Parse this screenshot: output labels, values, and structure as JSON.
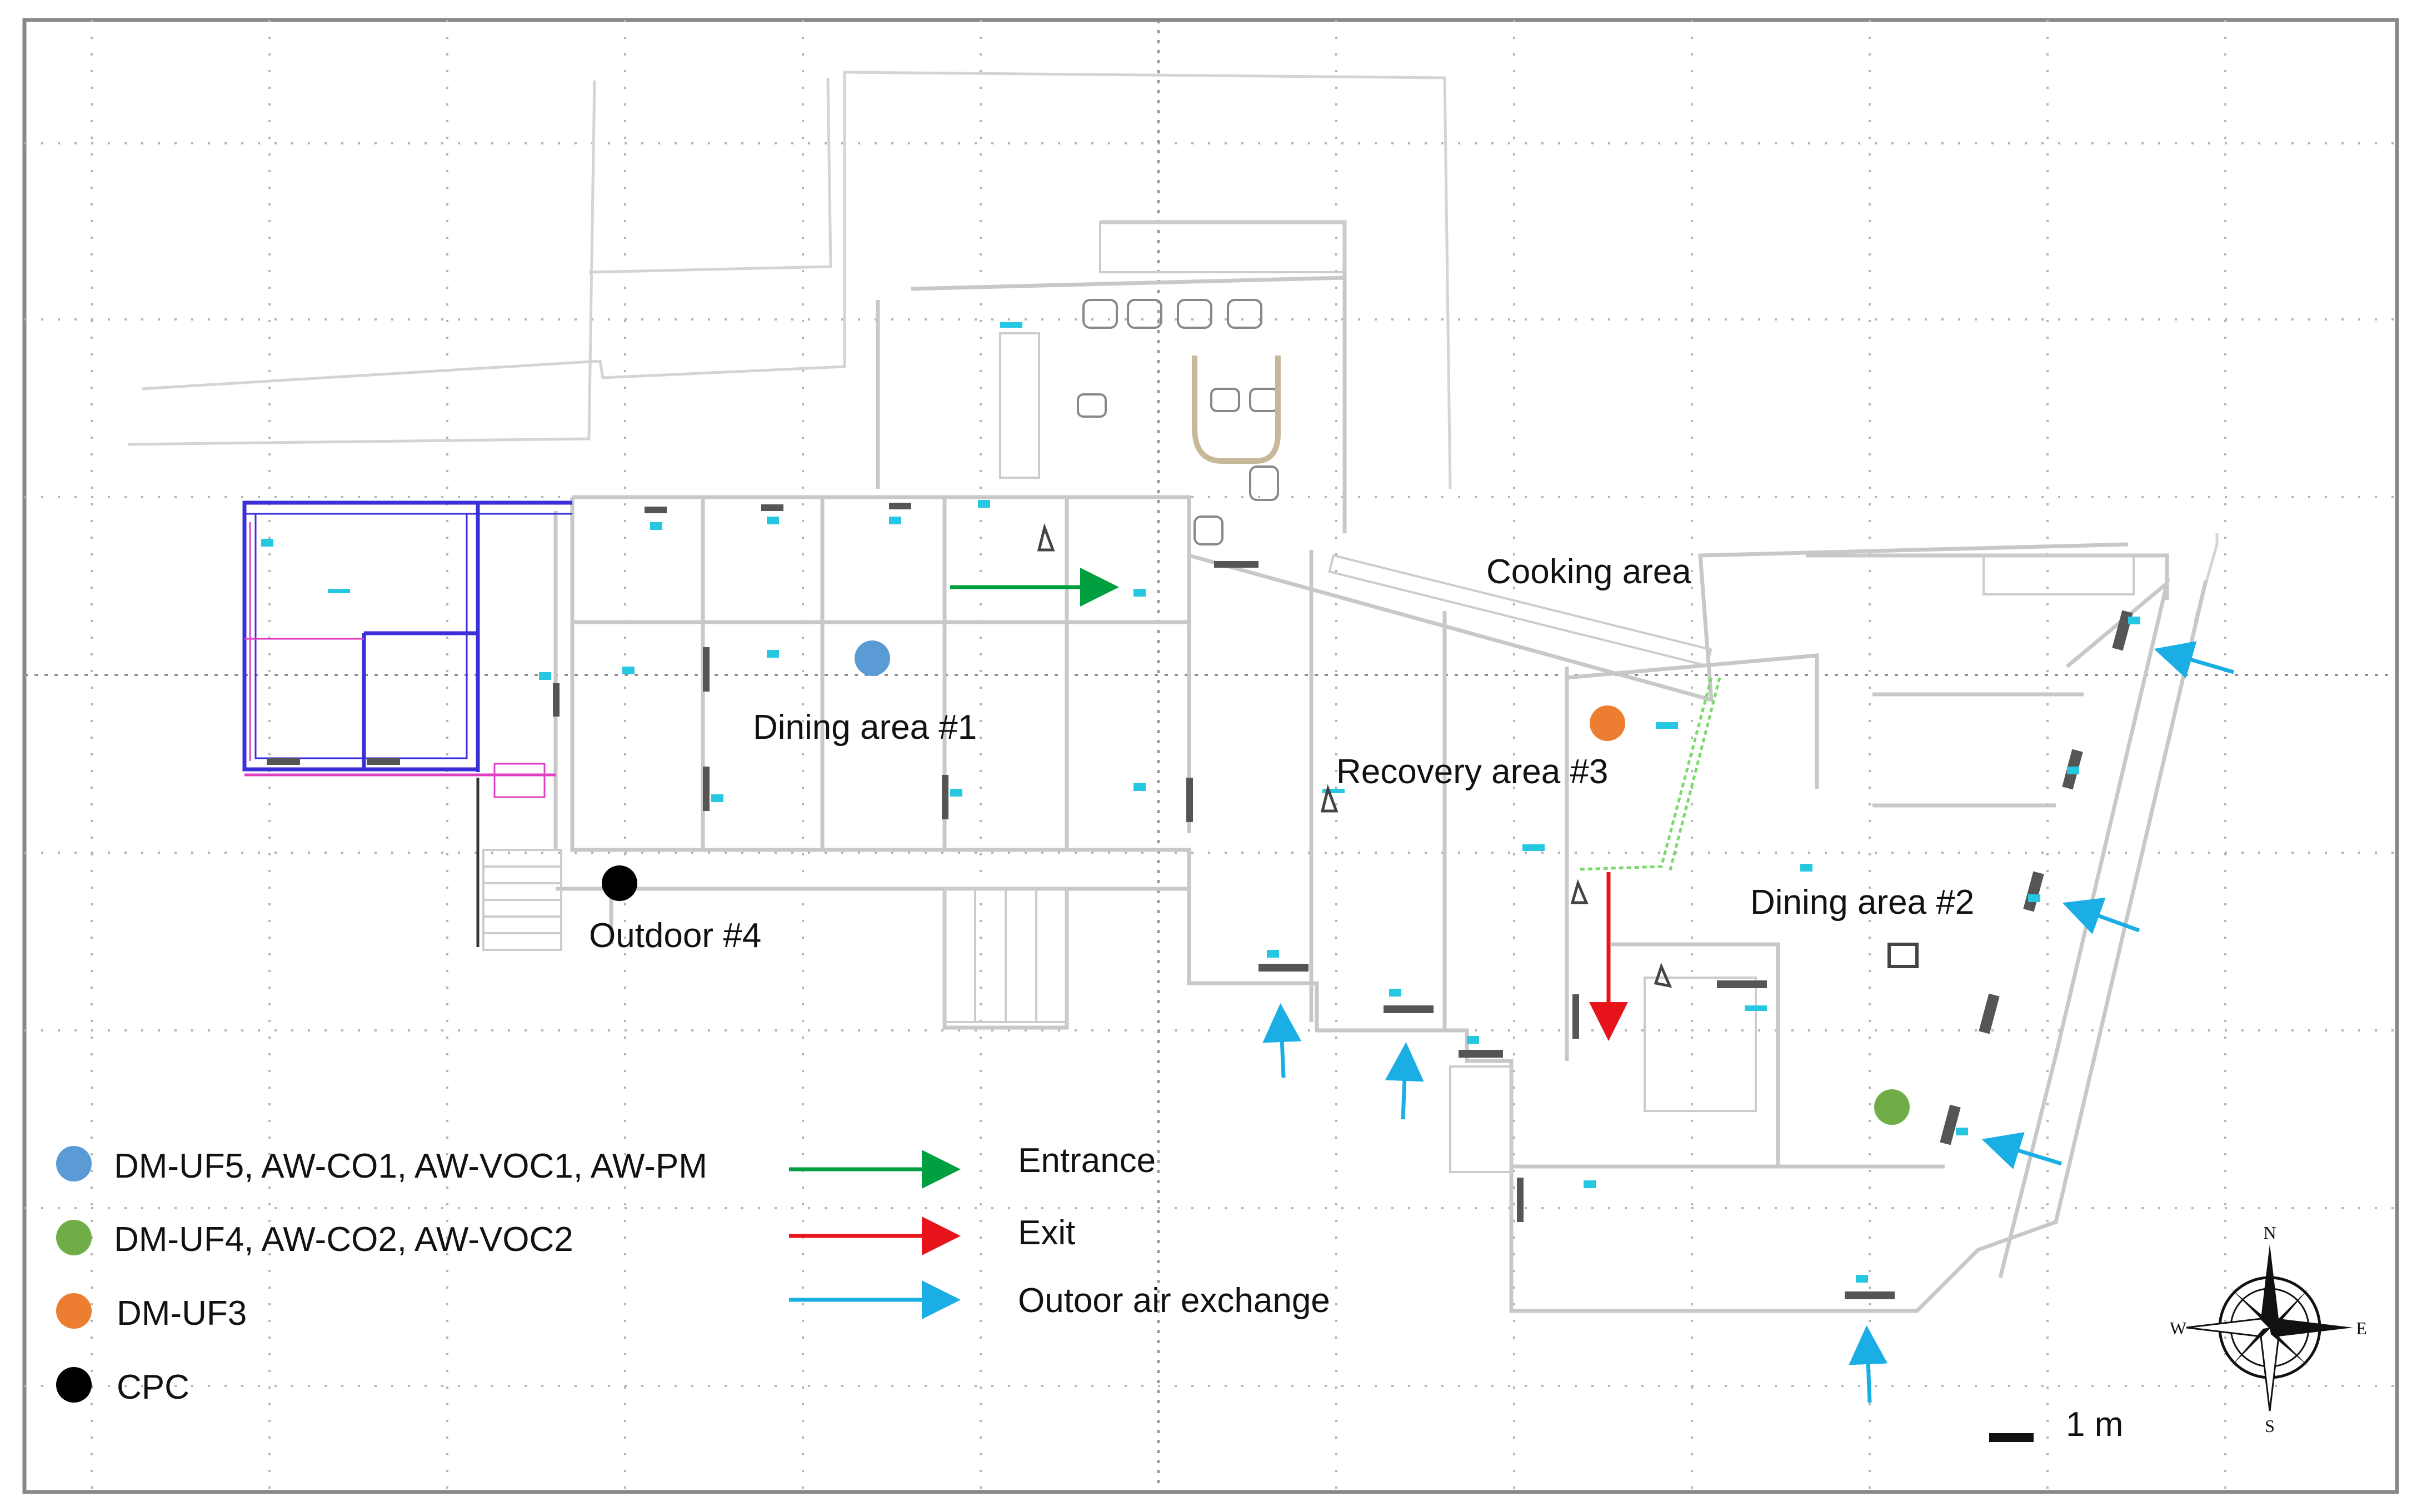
{
  "labels": {
    "cooking": "Cooking area",
    "dining1": "Dining area #1",
    "recovery3": "Recovery area #3",
    "dining2": "Dining area #2",
    "outdoor4": "Outdoor #4"
  },
  "legend": {
    "blue": "DM-UF5, AW-CO1, AW-VOC1, AW-PM",
    "green": "DM-UF4, AW-CO2, AW-VOC2",
    "orange": "DM-UF3",
    "black": "CPC",
    "entrance": "Entrance",
    "exit": "Exit",
    "outdoor_air": "Outoor air exchange"
  },
  "compass": {
    "n": "N",
    "e": "E",
    "s": "S",
    "w": "W"
  },
  "scale_bar": "1 m",
  "colors": {
    "blue_marker": "#5b9bd5",
    "green_marker": "#70ad47",
    "orange_marker": "#ed7d31",
    "black_marker": "#000000",
    "entrance_arrow": "#00a040",
    "exit_arrow": "#e8141b",
    "air_arrow": "#1aaee5"
  }
}
